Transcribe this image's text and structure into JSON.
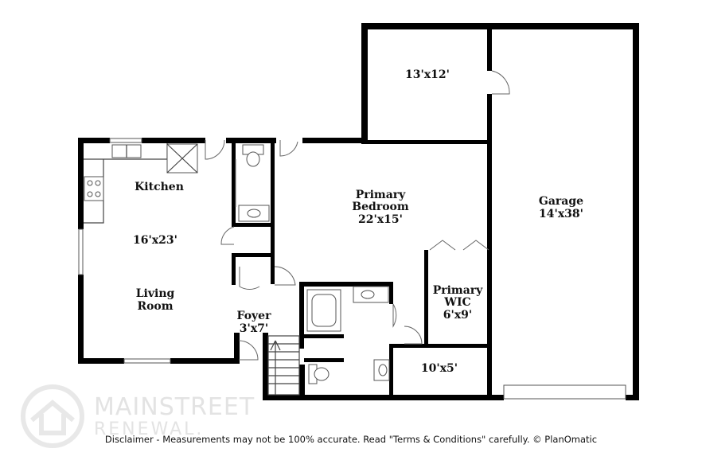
{
  "rooms": {
    "room_13x12": "13'x12'",
    "garage_name": "Garage",
    "garage_dim": "14'x38'",
    "kitchen": "Kitchen",
    "primary_bedroom_l1": "Primary",
    "primary_bedroom_l2": "Bedroom",
    "primary_bedroom_dim": "22'x15'",
    "living_dim": "16'x23'",
    "living_l1": "Living",
    "living_l2": "Room",
    "foyer_name": "Foyer",
    "foyer_dim": "3'x7'",
    "wic_l1": "Primary",
    "wic_l2": "WIC",
    "wic_dim": "6'x9'",
    "room_10x5": "10'x5'"
  },
  "watermark": {
    "line1": "MAINSTREET",
    "line2": "RENEWAL."
  },
  "footer": {
    "disclaimer": "Disclaimer - Measurements may not be 100% accurate. Read \"Terms & Conditions\" carefully. © PlanOmatic"
  },
  "colors": {
    "wall": "#000000",
    "watermark": "#e3e3e3",
    "background": "#ffffff"
  }
}
